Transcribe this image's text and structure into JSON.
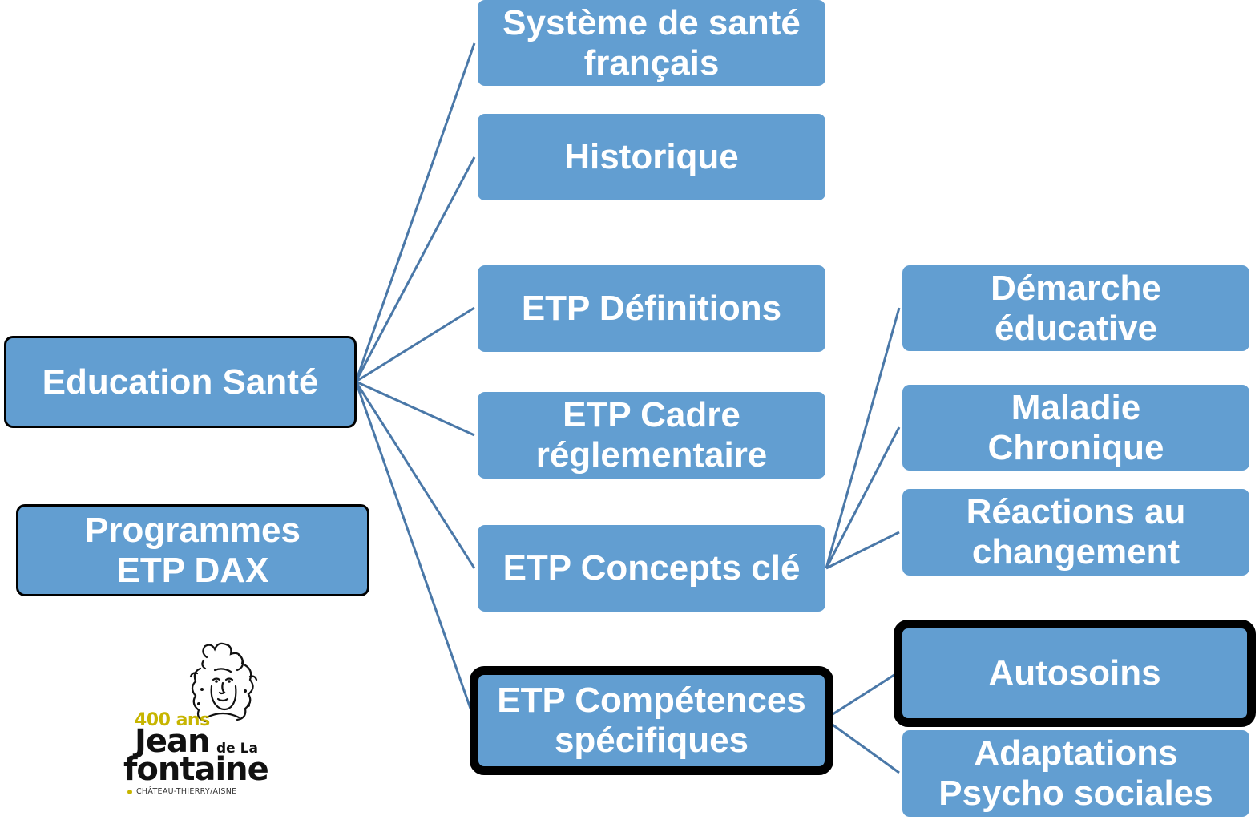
{
  "diagram": {
    "root": {
      "label": "Education Santé"
    },
    "branches": {
      "systeme": {
        "label": "Système de santé\nfrançais"
      },
      "historique": {
        "label": "Historique"
      },
      "definitions": {
        "label": "ETP Définitions"
      },
      "cadre": {
        "label": "ETP Cadre\nréglementaire"
      },
      "concepts": {
        "label": "ETP Concepts clé"
      },
      "competences": {
        "label": "ETP Compétences\nspécifiques"
      }
    },
    "concepts_children": {
      "demarche": {
        "label": "Démarche\néducative"
      },
      "maladie": {
        "label": "Maladie\nChronique"
      },
      "reactions": {
        "label": "Réactions au\nchangement"
      }
    },
    "competences_children": {
      "autosoins": {
        "label": "Autosoins"
      },
      "adaptations": {
        "label": "Adaptations\nPsycho sociales"
      }
    },
    "standalone": {
      "label": "Programmes\nETP DAX"
    }
  },
  "logo": {
    "line1": "400 ans",
    "line2": "Jean",
    "line3": "de La",
    "line4": "fontaine",
    "line5": "CHÂTEAU-THIERRY/AISNE",
    "colors": {
      "accent": "#c7b500",
      "ink": "#111111"
    }
  },
  "colors": {
    "node_fill": "#629ed1",
    "node_text": "#ffffff",
    "connector": "#4a78a8",
    "emphasis_border": "#000000"
  }
}
